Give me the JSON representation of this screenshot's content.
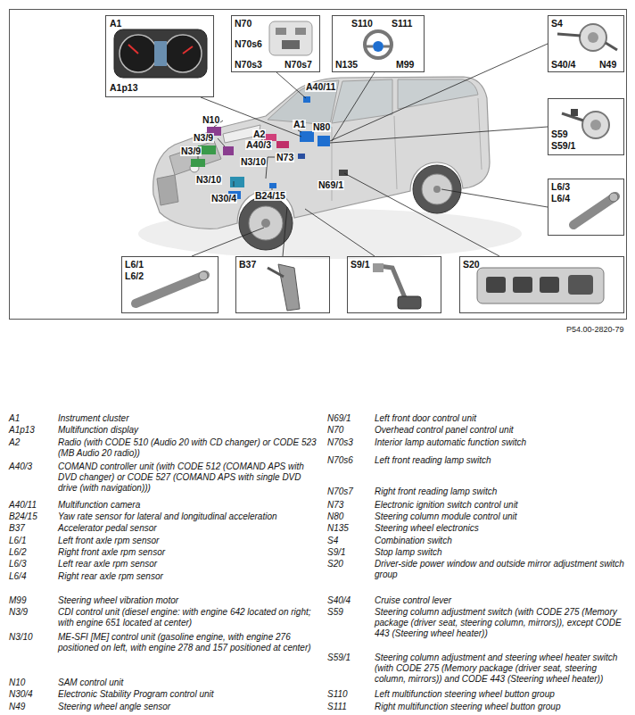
{
  "diagram": {
    "nodes": [
      {
        "text": [
          "A1",
          "A1p13"
        ]
      },
      {
        "text": [
          "N70",
          "N70s6",
          "N70s3",
          "N70s7"
        ]
      },
      {
        "text": [
          "S110",
          "S111",
          "N135",
          "M99"
        ]
      },
      {
        "text": [
          "S4",
          "S40/4",
          "N49"
        ]
      },
      {
        "text": [
          "S59",
          "S59/1"
        ]
      },
      {
        "text": [
          "L6/3",
          "L6/4"
        ]
      },
      {
        "text": [
          "L6/1",
          "L6/2"
        ]
      },
      {
        "text": [
          "B37"
        ]
      },
      {
        "text": [
          "S9/1"
        ]
      },
      {
        "text": [
          "S20"
        ]
      }
    ],
    "labels": [
      "A40/11",
      "N10",
      "A2",
      "A40/3",
      "A1",
      "N80",
      "N3/9",
      "N3/9",
      "N73",
      "N3/10",
      "N3/10",
      "N30/4",
      "B24/15",
      "N69/1",
      "P54.00-2820-79",
      "A1",
      "Instrument cluster",
      "A1p13",
      "Multifunction display",
      "A2",
      "Radio (with CODE 510 (Audio 20 with CD changer) or CODE 523 (MB Audio 20 radio))",
      "A40/3",
      "COMAND controller unit (with CODE 512 (COMAND APS with DVD changer) or CODE 527 (COMAND APS with single DVD drive (with navigation)))",
      "A40/11",
      "Multifunction camera",
      "B24/15",
      "Yaw rate sensor for lateral and longitudinal acceleration",
      "B37",
      "Accelerator pedal sensor",
      "L6/1",
      "Left front axle rpm sensor",
      "L6/2",
      "Right front axle rpm sensor",
      "L6/3",
      "Left rear axle rpm sensor",
      "L6/4",
      "Right rear axle rpm sensor",
      "M99",
      "Steering wheel vibration motor",
      "N3/9",
      "CDI control unit (diesel engine: with engine 642 located on right; with engine 651 located at center)",
      "N3/10",
      "ME-SFI [ME] control unit (gasoline engine, with engine 276 positioned on left, with engine 278 and 157 positioned at center)",
      "N10",
      "SAM control unit",
      "N30/4",
      "Electronic Stability Program control unit",
      "N49",
      "Steering wheel angle sensor",
      "N69/1",
      "Left front door control unit",
      "N70",
      "Overhead control panel control unit",
      "N70s3",
      "Interior lamp automatic function switch",
      "N70s6",
      "Left front reading lamp switch",
      "N70s7",
      "Right front reading lamp switch",
      "N73",
      "Electronic ignition switch control unit",
      "N80",
      "Steering column module control unit",
      "N135",
      "Steering wheel electronics",
      "S4",
      "Combination switch",
      "S9/1",
      "Stop lamp switch",
      "S20",
      "Driver-side power window and outside mirror adjustment switch group",
      "S40/4",
      "Cruise control lever",
      "S59",
      "Steering column adjustment switch (with CODE 275 (Memory package (driver seat, steering column, mirrors)), except CODE 443 (Steering wheel heater))",
      "S59/1",
      "Steering column adjustment and steering wheel heater switch (with CODE 275 (Memory package (driver seat, steering column, mirrors)) and CODE 443 (Steering wheel heater))",
      "S110",
      "Left multifunction steering wheel button group",
      "S111",
      "Right multifunction steering wheel button group"
    ]
  }
}
